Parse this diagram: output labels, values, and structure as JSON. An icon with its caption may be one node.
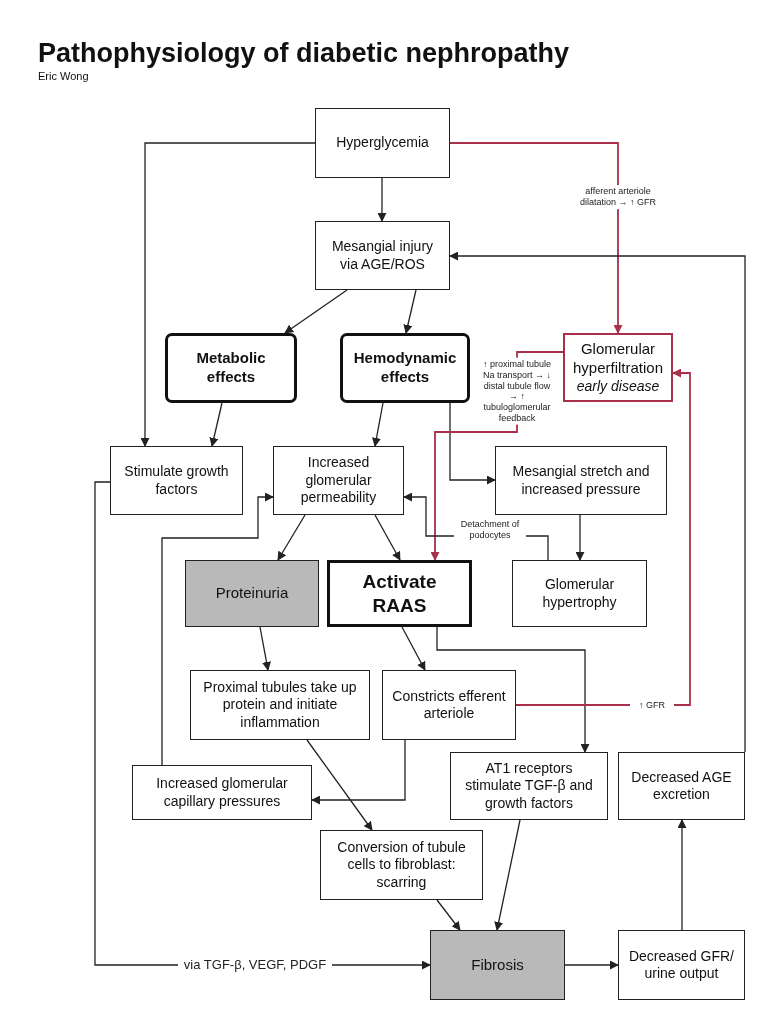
{
  "diagram": {
    "title": "Pathophysiology of diabetic nephropathy",
    "nodes": [
      {
        "text": [
          "Hyperglycemia"
        ]
      },
      {
        "text": [
          "Mesangial injury via AGE/ROS"
        ]
      },
      {
        "text": [
          "Metabolic effects"
        ]
      },
      {
        "text": [
          "Hemodynamic effects"
        ]
      },
      {
        "text": [
          "Glomerular hyperfiltration",
          "early disease"
        ]
      },
      {
        "text": [
          "Stimulate growth factors"
        ]
      },
      {
        "text": [
          "Increased glomerular permeability"
        ]
      },
      {
        "text": [
          "Mesangial stretch and increased pressure"
        ]
      },
      {
        "text": [
          "Proteinuria"
        ]
      },
      {
        "text": [
          "Activate RAAS"
        ]
      },
      {
        "text": [
          "Glomerular hypertrophy"
        ]
      },
      {
        "text": [
          "Proximal tubules take up protein and initiate inflammation"
        ]
      },
      {
        "text": [
          "Constricts efferent arteriole"
        ]
      },
      {
        "text": [
          "Increased glomerular capillary pressures"
        ]
      },
      {
        "text": [
          "AT1 receptors stimulate TGF-β and growth factors"
        ]
      },
      {
        "text": [
          "Decreased AGE excretion"
        ]
      },
      {
        "text": [
          "Conversion of tubule cells to fibroblast: scarring"
        ]
      },
      {
        "text": [
          "Fibrosis"
        ]
      },
      {
        "text": [
          "Decreased GFR/ urine output"
        ]
      }
    ],
    "edges": [
      {
        "from": 0,
        "to": 1,
        "arrow": "to"
      },
      {
        "from": 0,
        "to": 5,
        "arrow": "to"
      },
      {
        "from": 0,
        "to": 4,
        "arrow": "to",
        "label": "afferent arteriole dilatation → ↑ GFR",
        "color": "#a8304a"
      },
      {
        "from": 1,
        "to": 2,
        "arrow": "to"
      },
      {
        "from": 1,
        "to": 3,
        "arrow": "to"
      },
      {
        "from": 2,
        "to": 5,
        "arrow": "to"
      },
      {
        "from": 3,
        "to": 6,
        "arrow": "to"
      },
      {
        "from": 3,
        "to": 7,
        "arrow": "to"
      },
      {
        "from": 4,
        "to": 9,
        "arrow": "to",
        "label": "↑ proximal tubule Na transport → ↓ distal tubule flow → ↑ tubuloglomerular feedback",
        "color": "#a8304a"
      },
      {
        "from": 5,
        "to": 17,
        "arrow": "to",
        "label": "via TGF-β, VEGF, PDGF"
      },
      {
        "from": 6,
        "to": 8,
        "arrow": "to"
      },
      {
        "from": 6,
        "to": 9,
        "arrow": "to"
      },
      {
        "from": 7,
        "to": 10,
        "arrow": "to"
      },
      {
        "from": 10,
        "to": 6,
        "arrow": "to",
        "label": "Detachment of podocytes"
      },
      {
        "from": 13,
        "to": 6,
        "arrow": "to"
      },
      {
        "from": 8,
        "to": 11,
        "arrow": "to"
      },
      {
        "from": 9,
        "to": 12,
        "arrow": "to"
      },
      {
        "from": 9,
        "to": 14,
        "arrow": "to"
      },
      {
        "from": 12,
        "to": 13,
        "arrow": "to"
      },
      {
        "from": 11,
        "to": 16,
        "arrow": "to"
      },
      {
        "from": 12,
        "to": 4,
        "arrow": "to",
        "label": "↑ GFR",
        "color": "#a8304a"
      },
      {
        "from": 14,
        "to": 17,
        "arrow": "to"
      },
      {
        "from": 16,
        "to": 17,
        "arrow": "to"
      },
      {
        "from": 17,
        "to": 18,
        "arrow": "to"
      },
      {
        "from": 18,
        "to": 15,
        "arrow": "to"
      },
      {
        "from": 15,
        "to": 1,
        "arrow": "to"
      }
    ],
    "labels": [
      "Eric Wong"
    ]
  }
}
